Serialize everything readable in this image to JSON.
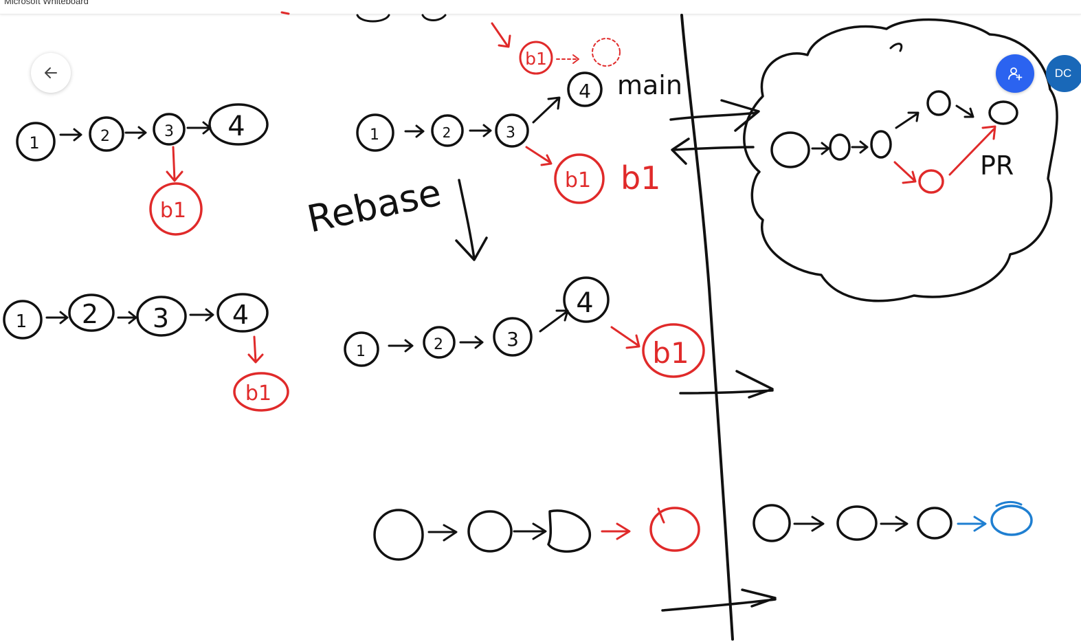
{
  "app": {
    "title": "Microsoft Whiteboard"
  },
  "toolbar": {
    "back_icon": "arrow-left-icon",
    "invite_icon": "person-add-icon",
    "user_initials": "DC"
  },
  "colors": {
    "ink_black": "#111111",
    "ink_red": "#e02a2a",
    "ink_blue": "#1f7fd1",
    "invite_bg": "#2b63f0",
    "avatar_bg": "#1968b8"
  },
  "board": {
    "commit_1": "1",
    "commit_2": "2",
    "commit_3": "3",
    "commit_4": "4",
    "branch_b1": "b1",
    "label_main": "main",
    "label_b1": "b1",
    "label_rebase": "Rebase",
    "label_pr": "PR"
  }
}
